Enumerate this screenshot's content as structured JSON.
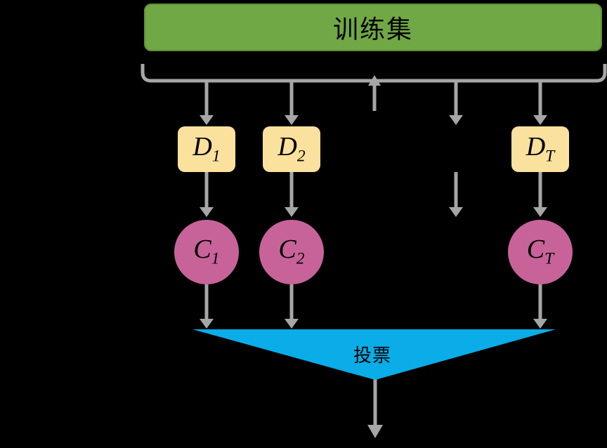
{
  "diagram": {
    "training_set": {
      "label": "训练集"
    },
    "datasets": [
      {
        "base": "D",
        "sub": "1"
      },
      {
        "base": "D",
        "sub": "2"
      },
      {
        "base": "D",
        "sub": "T"
      }
    ],
    "classifiers": [
      {
        "base": "C",
        "sub": "1"
      },
      {
        "base": "C",
        "sub": "2"
      },
      {
        "base": "C",
        "sub": "T"
      }
    ],
    "vote": {
      "label": "投票"
    }
  },
  "colors": {
    "background": "#000000",
    "training_set_fill": "#70A845",
    "training_set_border": "#5E8F38",
    "dataset_fill": "#FAE19E",
    "classifier_fill": "#C8639A",
    "vote_triangle_fill": "#0AADE8",
    "connector": "#A6A6A6",
    "label_text": "#000000"
  }
}
